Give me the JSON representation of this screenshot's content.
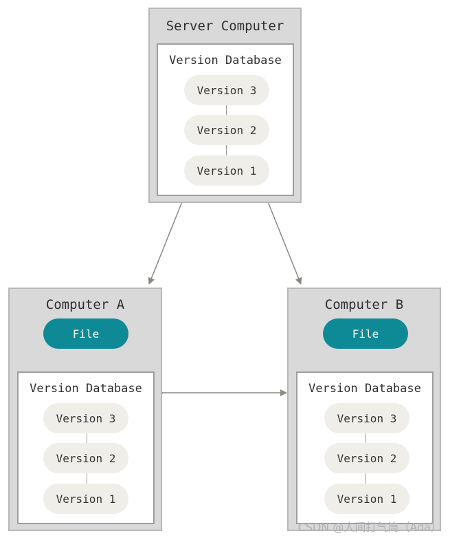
{
  "server": {
    "title": "Server Computer",
    "db_title": "Version Database",
    "versions": [
      "Version 3",
      "Version 2",
      "Version 1"
    ]
  },
  "computer_a": {
    "title": "Computer A",
    "file": "File",
    "db_title": "Version Database",
    "versions": [
      "Version 3",
      "Version 2",
      "Version 1"
    ]
  },
  "computer_b": {
    "title": "Computer B",
    "file": "File",
    "db_title": "Version Database",
    "versions": [
      "Version 3",
      "Version 2",
      "Version 1"
    ]
  },
  "watermark": "CSDN @人间打气筒（Ada）",
  "colors": {
    "box_bg": "#d9d9d9",
    "file_bg": "#0e8a96",
    "pill_bg": "#efeee9",
    "arrow": "#8a8a82"
  }
}
